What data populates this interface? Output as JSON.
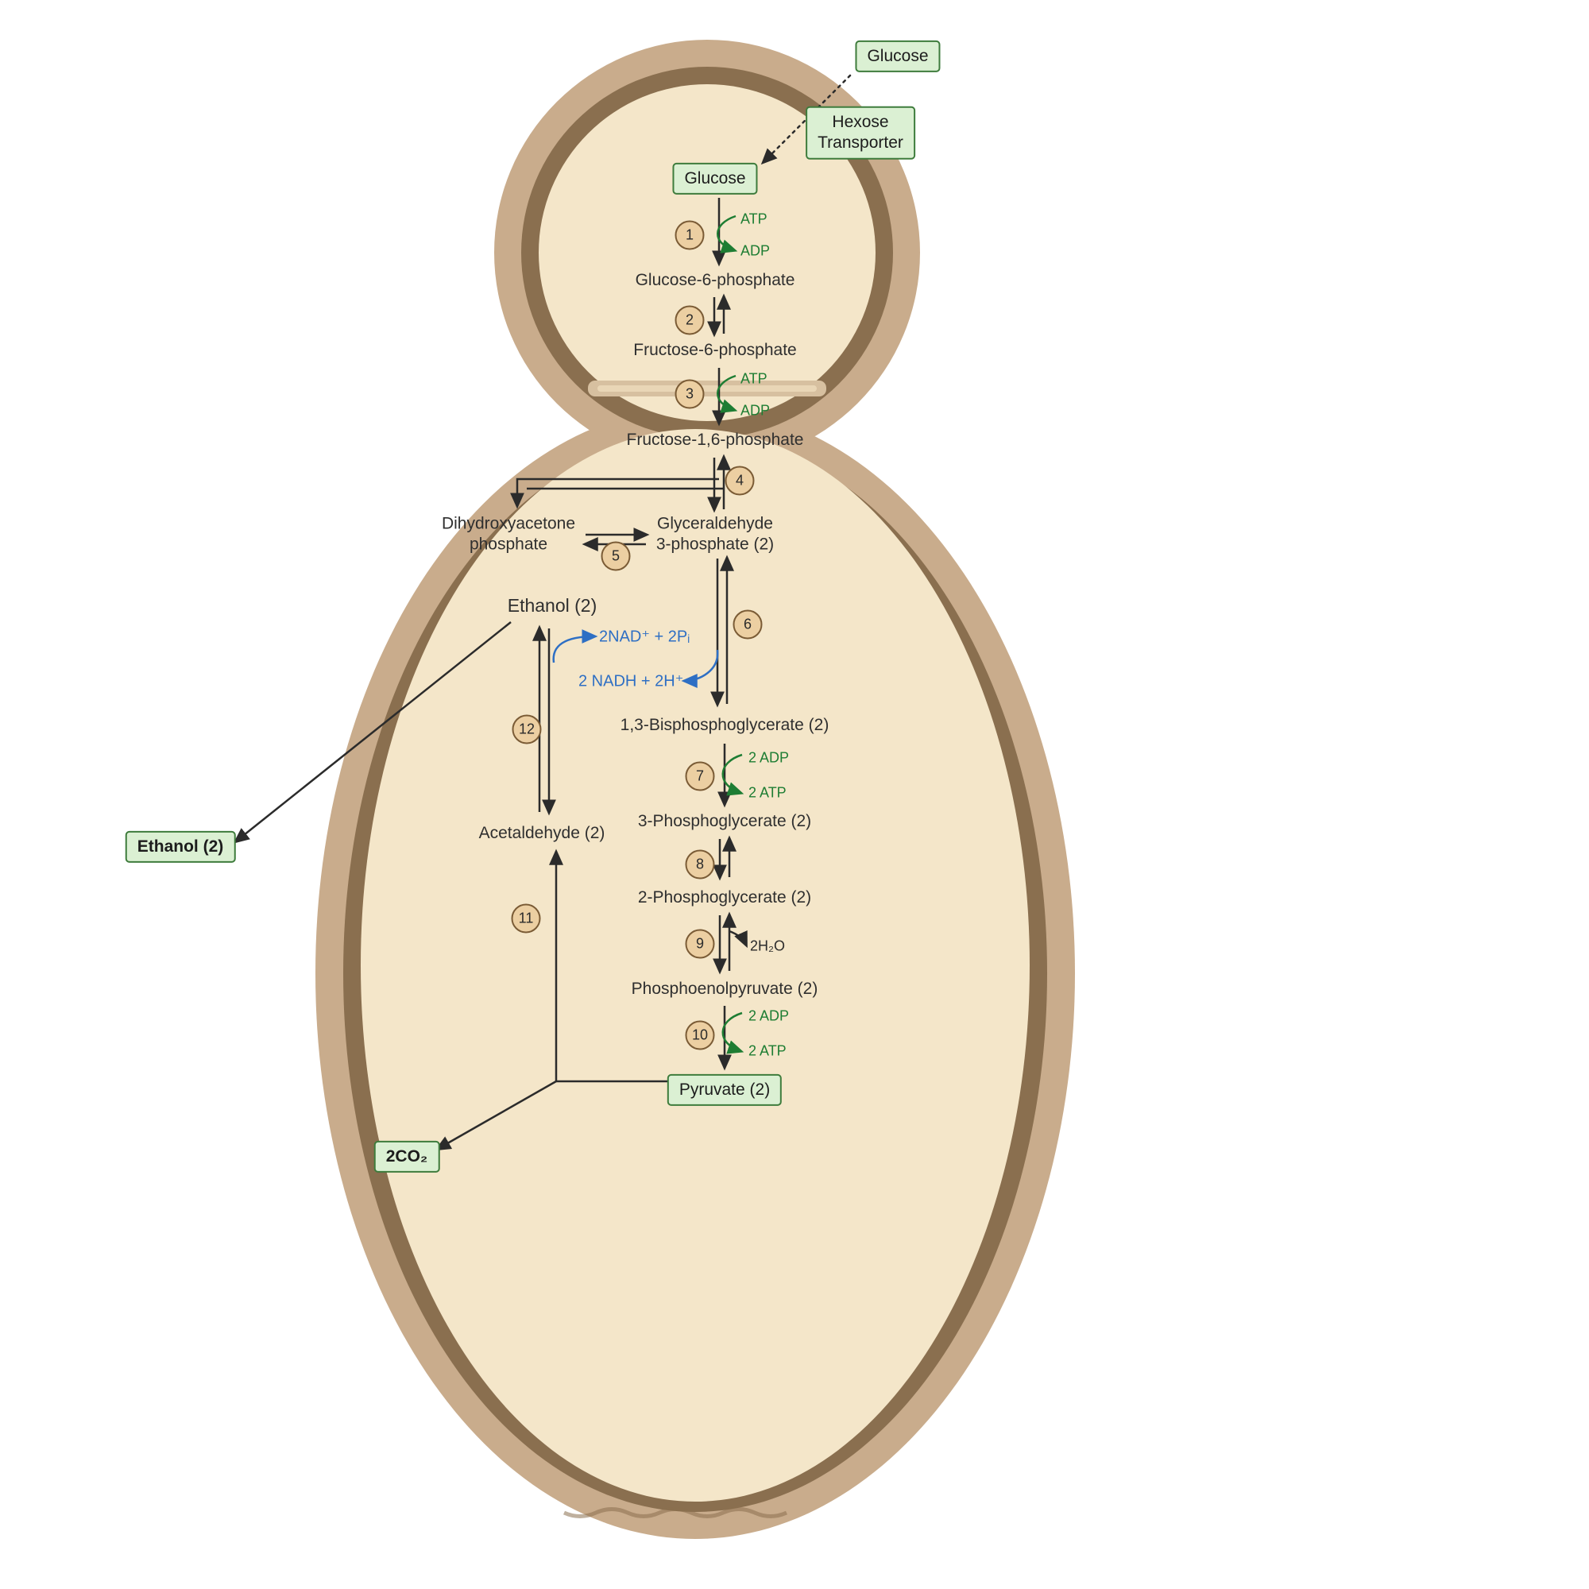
{
  "boxes": {
    "glucose_out": "Glucose",
    "hexose_transporter": "Hexose\nTransporter",
    "glucose_in": "Glucose",
    "pyruvate": "Pyruvate (2)",
    "ethanol_out": "Ethanol (2)",
    "co2_out": "2CO₂"
  },
  "metabolites": {
    "g6p": "Glucose-6-phosphate",
    "f6p": "Fructose-6-phosphate",
    "f16bp": "Fructose-1,6-phosphate",
    "dhap": "Dihydroxyacetone\nphosphate",
    "g3p": "Glyceraldehyde\n3-phosphate (2)",
    "ethanol_in": "Ethanol (2)",
    "bpg13": "1,3-Bisphosphoglycerate (2)",
    "pg3": "3-Phosphoglycerate (2)",
    "pg2": "2-Phosphoglycerate (2)",
    "pep": "Phosphoenolpyruvate (2)",
    "acetaldehyde": "Acetaldehyde (2)"
  },
  "enzymes": [
    "1",
    "2",
    "3",
    "4",
    "5",
    "6",
    "7",
    "8",
    "9",
    "10",
    "11",
    "12"
  ],
  "cofactors": {
    "step1_in": "ATP",
    "step1_out": "ADP",
    "step3_in": "ATP",
    "step3_out": "ADP",
    "step6_in": "2NAD⁺ + 2Pᵢ",
    "step6_out": "2 NADH + 2H⁺",
    "step7_in": "2 ADP",
    "step7_out": "2 ATP",
    "step9_out": "2H₂O",
    "step10_in": "2 ADP",
    "step10_out": "2 ATP"
  },
  "colors": {
    "cell_wall": "#c9ac8c",
    "membrane": "#8a6f4f",
    "cytoplasm": "#f4e6c9",
    "septum": "#d7c0a0",
    "box_fill": "#dbf0d3",
    "box_border": "#3e7c3c",
    "enzyme_fill": "#eccfa2",
    "enzyme_border": "#7a5b35",
    "cofactor_green": "#1e7d33",
    "nad_blue": "#2e6fc4",
    "arrow_black": "#2b2b2b"
  }
}
